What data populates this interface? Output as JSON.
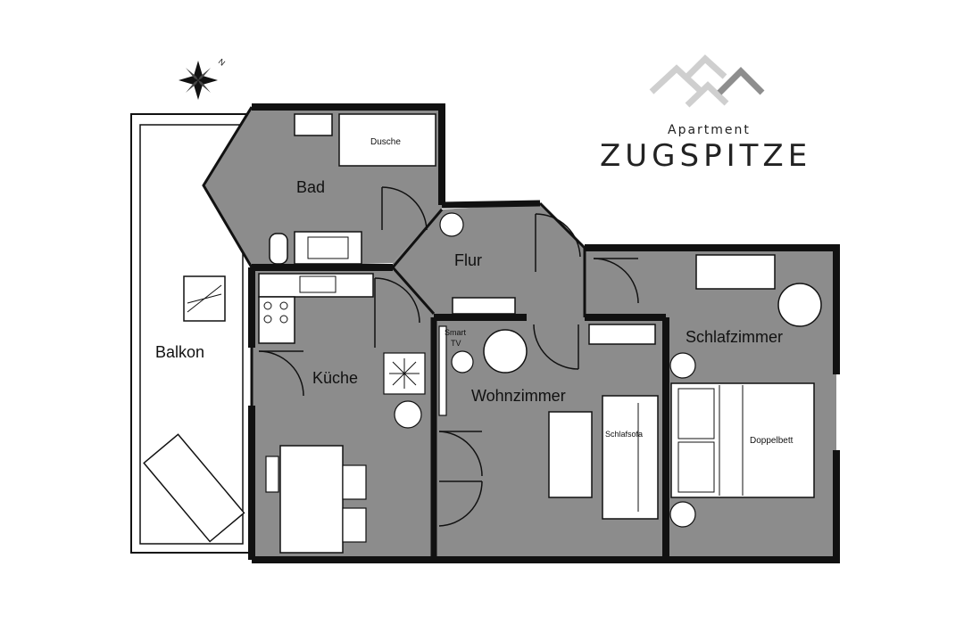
{
  "brand": {
    "subtitle": "Apartment",
    "name": "ZUGSPITZE"
  },
  "compass": {
    "north_label": "N"
  },
  "rooms": {
    "bad": "Bad",
    "flur": "Flur",
    "kueche": "Küche",
    "wohnzimmer": "Wohnzimmer",
    "schlafzimmer": "Schlafzimmer",
    "balkon": "Balkon"
  },
  "fixtures": {
    "dusche": "Dusche",
    "smart_tv_line1": "Smart",
    "smart_tv_line2": "TV",
    "schlafsofa": "Schlafsofa",
    "doppelbett": "Doppelbett"
  },
  "colors": {
    "floor": "#8c8c8c",
    "wall": "#111111",
    "furniture": "#ffffff",
    "logo_light": "#cfcfcf",
    "logo_dark": "#8e8e8e"
  }
}
